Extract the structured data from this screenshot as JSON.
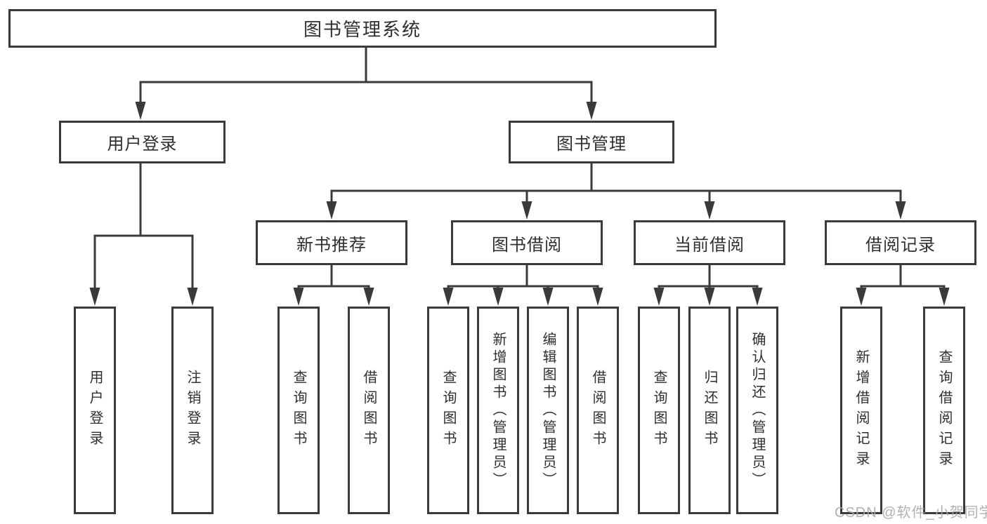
{
  "diagram": {
    "root": {
      "label": "图书管理系统"
    },
    "branches": {
      "user_login": {
        "label": "用户登录",
        "children": [
          {
            "label": "用户登录"
          },
          {
            "label": "注销登录"
          }
        ]
      },
      "book_management": {
        "label": "图书管理",
        "sections": [
          {
            "label": "新书推荐",
            "children": [
              {
                "label": "查询图书"
              },
              {
                "label": "借阅图书"
              }
            ]
          },
          {
            "label": "图书借阅",
            "children": [
              {
                "label": "查询图书"
              },
              {
                "label": "新增图书（管理员）"
              },
              {
                "label": "编辑图书（管理员）"
              },
              {
                "label": "借阅图书"
              }
            ]
          },
          {
            "label": "当前借阅",
            "children": [
              {
                "label": "查询图书"
              },
              {
                "label": "归还图书"
              },
              {
                "label": "确认归还（管理员）"
              }
            ]
          },
          {
            "label": "借阅记录",
            "children": [
              {
                "label": "新增借阅记录"
              },
              {
                "label": "查询借阅记录"
              }
            ]
          }
        ]
      }
    }
  },
  "watermark": {
    "text": "CSDN @软件_小贺同学"
  },
  "colors": {
    "line": "#3a3a3a",
    "box_border": "#3a3a3a",
    "text": "#2f2f2f",
    "background": "#ffffff",
    "watermark": "#a9a9a9"
  }
}
